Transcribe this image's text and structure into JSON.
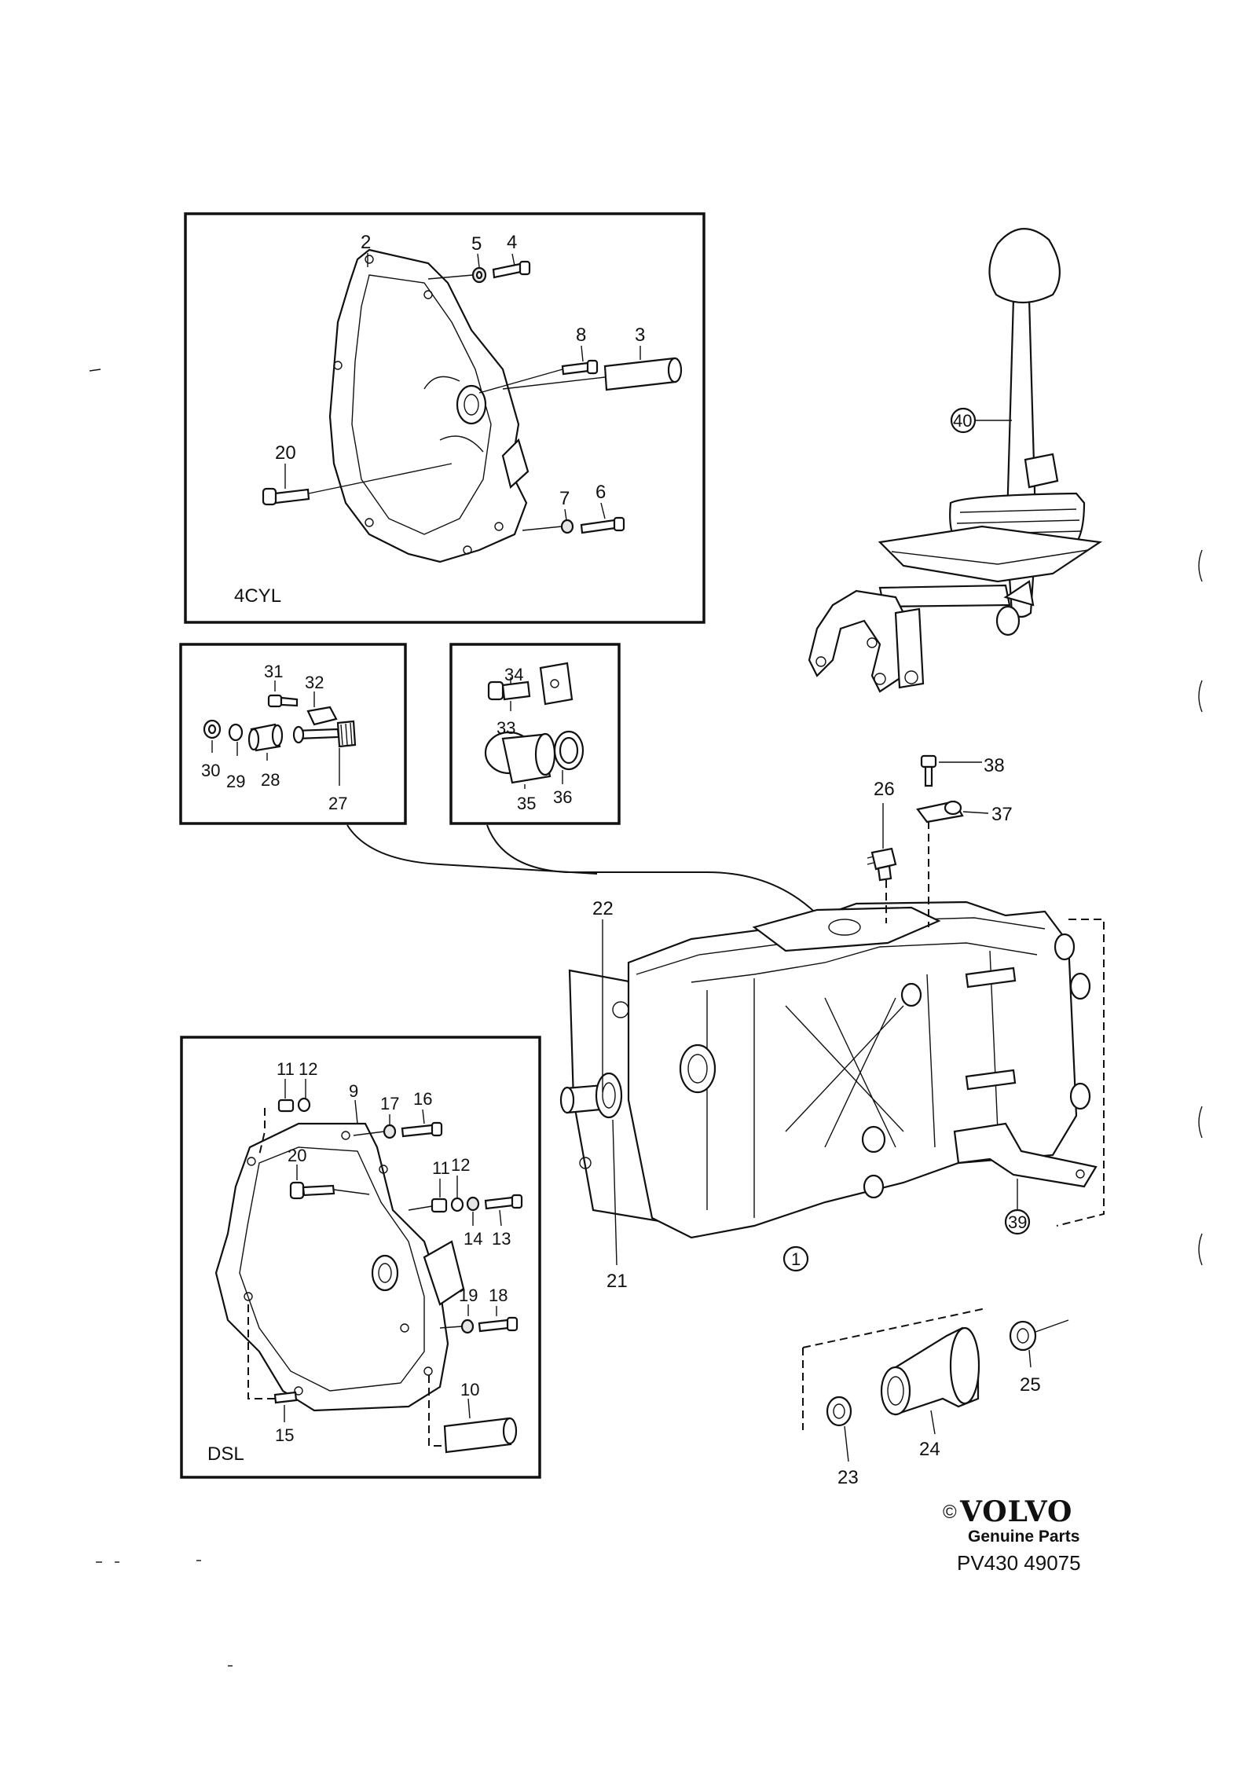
{
  "panels": {
    "cyl4": {
      "caption": "4CYL"
    },
    "dsl": {
      "caption": "DSL"
    }
  },
  "callouts": {
    "c1": "1",
    "c2": "2",
    "c3": "3",
    "c4": "4",
    "c5": "5",
    "c6": "6",
    "c7": "7",
    "c8": "8",
    "c9": "9",
    "c10": "10",
    "c11a": "11",
    "c11b": "11",
    "c12a": "12",
    "c12b": "12",
    "c13": "13",
    "c14": "14",
    "c15": "15",
    "c16": "16",
    "c17": "17",
    "c18": "18",
    "c19": "19",
    "c20a": "20",
    "c20b": "20",
    "c21": "21",
    "c22": "22",
    "c23": "23",
    "c24": "24",
    "c25": "25",
    "c26": "26",
    "c27": "27",
    "c28": "28",
    "c29": "29",
    "c30": "30",
    "c31": "31",
    "c32": "32",
    "c33": "33",
    "c34": "34",
    "c35": "35",
    "c36": "36",
    "c37": "37",
    "c38": "38",
    "c39": "39",
    "c40": "40"
  },
  "footer": {
    "copyright": "©",
    "brand": "VOLVO",
    "subtitle": "Genuine Parts",
    "code": "PV430  49075"
  }
}
